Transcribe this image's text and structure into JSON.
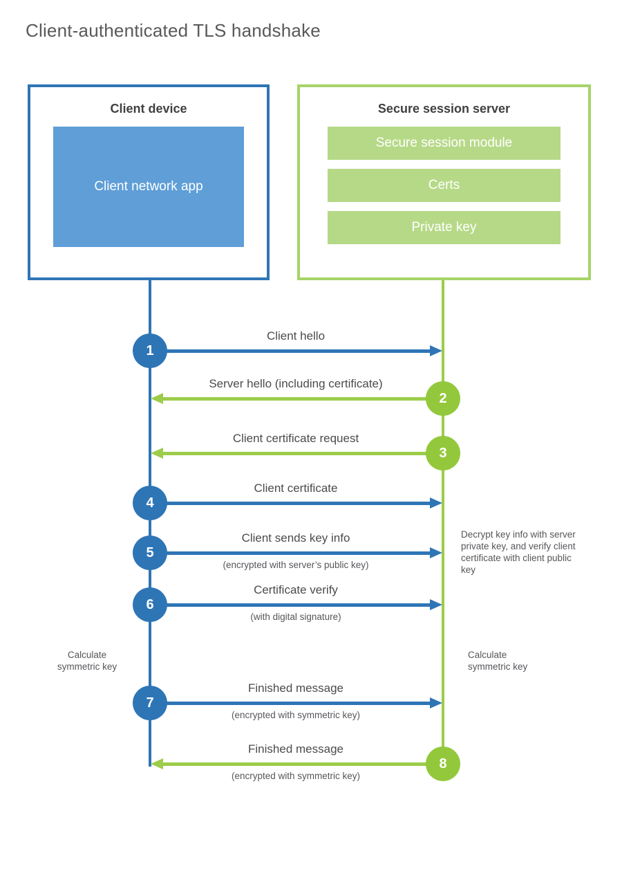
{
  "page": {
    "title": "Client-authenticated TLS handshake"
  },
  "colors": {
    "blue": "#2e75b6",
    "blue_fill": "#5f9ed7",
    "green": "#94c83c",
    "green_border": "#a5d468",
    "green_fill": "#b6d987",
    "heading_text": "#404042",
    "label_text": "#4a4b4d",
    "note_text": "#55565a",
    "white_text": "#ffffff"
  },
  "client_box": {
    "title": "Client device",
    "app_label": "Client network app"
  },
  "server_box": {
    "title": "Secure session server",
    "modules": {
      "0": "Secure session module",
      "1": "Certs",
      "2": "Private key"
    }
  },
  "messages": {
    "0": {
      "number": "1",
      "from": "client",
      "direction": "right",
      "label": "Client hello",
      "sublabel": ""
    },
    "1": {
      "number": "2",
      "from": "server",
      "direction": "left",
      "label": "Server hello (including certificate)",
      "sublabel": ""
    },
    "2": {
      "number": "3",
      "from": "server",
      "direction": "left",
      "label": "Client certificate request",
      "sublabel": ""
    },
    "3": {
      "number": "4",
      "from": "client",
      "direction": "right",
      "label": "Client certificate",
      "sublabel": ""
    },
    "4": {
      "number": "5",
      "from": "client",
      "direction": "right",
      "label": "Client sends key info",
      "sublabel": "(encrypted with server’s public key)"
    },
    "5": {
      "number": "6",
      "from": "client",
      "direction": "right",
      "label": "Certificate verify",
      "sublabel": "(with digital signature)"
    },
    "6": {
      "number": "7",
      "from": "client",
      "direction": "right",
      "label": "Finished message",
      "sublabel": "(encrypted with symmetric key)"
    },
    "7": {
      "number": "8",
      "from": "server",
      "direction": "left",
      "label": "Finished message",
      "sublabel": "(encrypted with symmetric key)"
    }
  },
  "annotations": {
    "server_note": "Decrypt key info with server private key, and verify client certificate with client public key",
    "client_calc": "Calculate symmetric key",
    "server_calc": "Calculate symmetric key"
  }
}
